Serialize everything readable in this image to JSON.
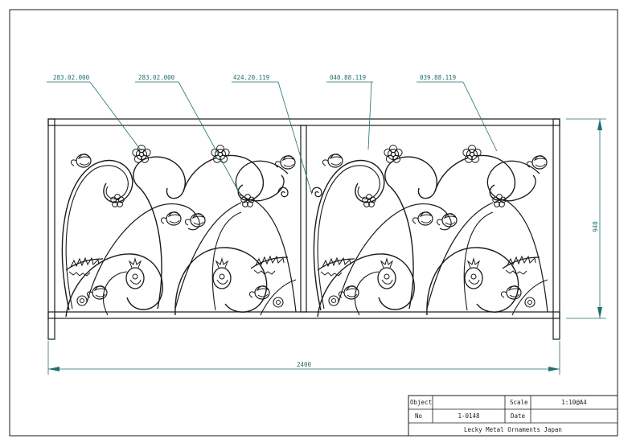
{
  "drawing": {
    "part_labels": [
      {
        "code": "283.02.000"
      },
      {
        "code": "283.02.000"
      },
      {
        "code": "424.20.119"
      },
      {
        "code": "040.88.119"
      },
      {
        "code": "039.88.119"
      }
    ],
    "dimensions": {
      "width": "2400",
      "height": "940"
    }
  },
  "title_block": {
    "object_label": "Object",
    "object_value": "",
    "scale_label": "Scale",
    "scale_value": "1:10@A4",
    "no_label": "No",
    "no_value": "1-0148",
    "date_label": "Date",
    "date_value": "",
    "company": "Lecky Metal Ornaments Japan"
  },
  "colors": {
    "line": "#1a1a1a",
    "dimension": "#1f6f6f",
    "background": "#ffffff"
  }
}
